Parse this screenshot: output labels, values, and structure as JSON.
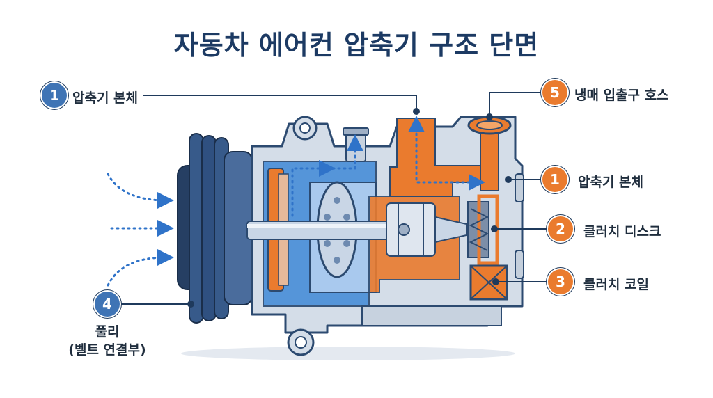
{
  "title": "자동차 에어컨 압축기 구조 단면",
  "callouts": [
    {
      "number": "1",
      "label": "압축기 본체"
    },
    {
      "number": "5",
      "label": "냉매 입출구 호스"
    },
    {
      "number": "1",
      "label": "압축기 본체"
    },
    {
      "number": "2",
      "label": "클러치 디스크"
    },
    {
      "number": "3",
      "label": "클러치 코일"
    },
    {
      "number": "4",
      "label_line1": "풀리",
      "label_line2": "(벨트 연결부)"
    }
  ],
  "colors": {
    "title": "#1c3a63",
    "blue_badge": "#3f74b5",
    "orange_badge": "#ea7b2e",
    "housing": "#d4dde8",
    "outline": "#2c4a70",
    "orange_part": "#ea7b2e",
    "blue_flow": "#4b8fd8",
    "pulley": "#2f4f7a"
  }
}
